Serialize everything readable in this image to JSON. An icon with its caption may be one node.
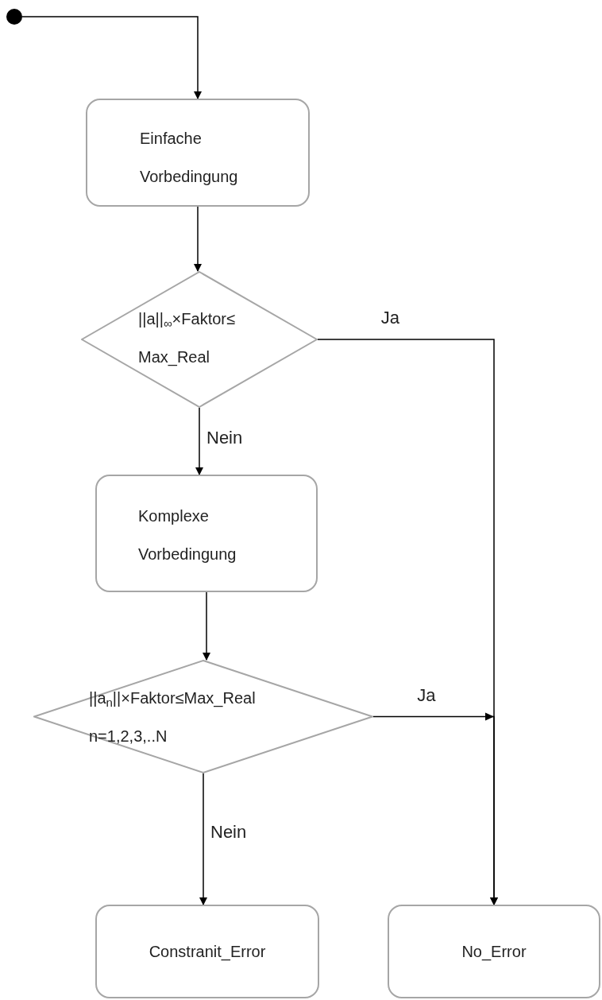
{
  "diagram": {
    "nodes": [
      {
        "text": [],
        "shape": "circle"
      },
      {
        "text": [
          "Einfache Vorbedingung"
        ]
      },
      {
        "text": [
          "||a||$_{∞}$×Faktor≤ Max_Real"
        ]
      },
      {
        "text": [
          "Komplexe Vorbedingung"
        ]
      },
      {
        "text": [
          "||a$_{n}$||×Faktor≤Max_Real",
          "n=1,2,3,..N"
        ]
      },
      {
        "text": [
          "Constranit_Error"
        ]
      },
      {
        "text": [
          "No_Error"
        ]
      }
    ],
    "edges": [
      {
        "from": 0,
        "to": 1,
        "arrow": "to"
      },
      {
        "from": 1,
        "to": 2,
        "arrow": "to"
      },
      {
        "from": 2,
        "to": 3,
        "arrow": "to",
        "label": "Nein"
      },
      {
        "from": 2,
        "to": 6,
        "arrow": "to",
        "label": "Ja"
      },
      {
        "from": 3,
        "to": 4,
        "arrow": "to"
      },
      {
        "from": 4,
        "to": 6,
        "arrow": "to",
        "label": "Ja"
      },
      {
        "from": 4,
        "to": 5,
        "arrow": "to",
        "label": "Nein"
      }
    ]
  }
}
